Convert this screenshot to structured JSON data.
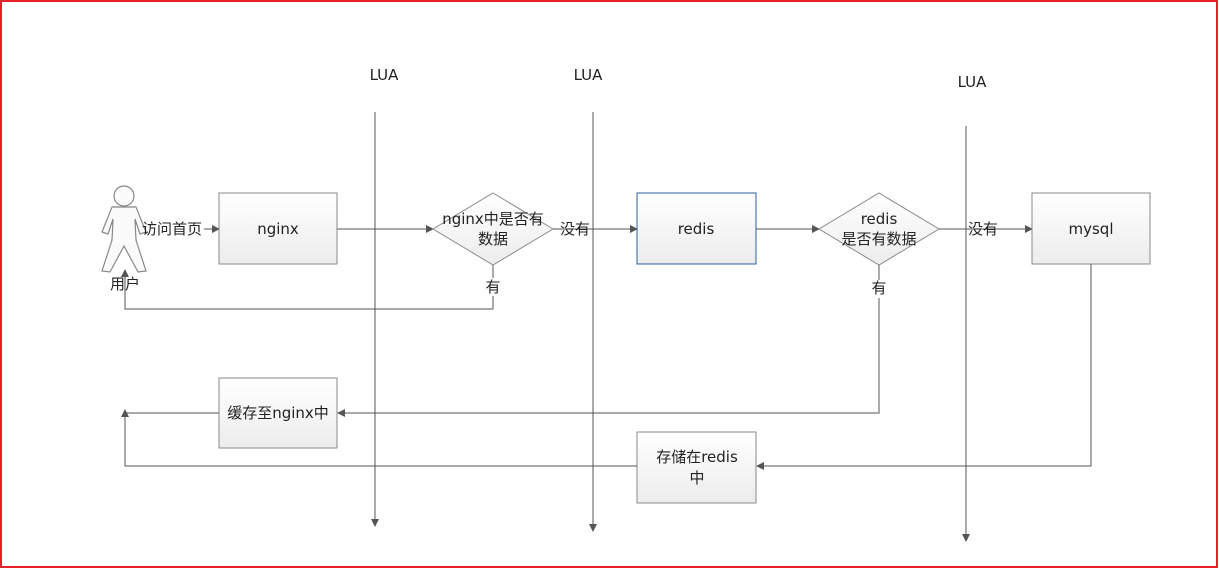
{
  "lanes": {
    "lua1": "LUA",
    "lua2": "LUA",
    "lua3": "LUA"
  },
  "actor": {
    "label": "用户"
  },
  "nodes": {
    "nginx": "nginx",
    "nginx_check_line1": "nginx中是否有",
    "nginx_check_line2": "数据",
    "redis": "redis",
    "redis_check_line1": "redis",
    "redis_check_line2": "是否有数据",
    "mysql": "mysql",
    "cache_nginx": "缓存至nginx中",
    "store_redis_line1": "存储在redis",
    "store_redis_line2": "中"
  },
  "edges": {
    "visit": "访问首页",
    "nginx_no": "没有",
    "nginx_yes": "有",
    "redis_no": "没有",
    "redis_yes": "有"
  },
  "colors": {
    "border": "#e8202a",
    "line": "#555555",
    "box_border": "#8a8a8a",
    "redis_border": "#2f5f9e"
  }
}
